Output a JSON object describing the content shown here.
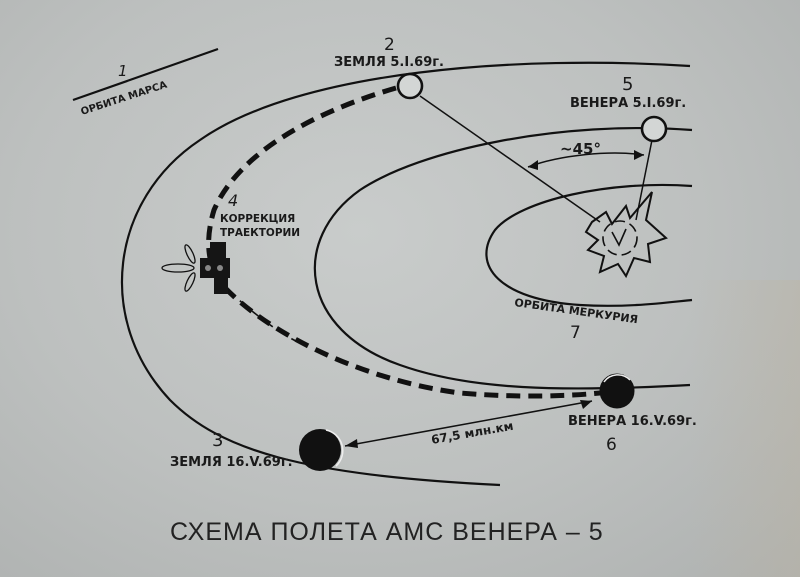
{
  "diagram": {
    "title": "СХЕМА ПОЛЕТА АМС ВЕНЕРА-5",
    "title_display": "СХЕМА  ПОЛЕТА  АМС  ВЕНЕРА – 5",
    "labels": {
      "mars_orbit": {
        "number": "1",
        "text": "ОРБИТА МАРСА"
      },
      "earth_launch": {
        "number": "2",
        "text": "ЗЕМЛЯ 5.I.69г."
      },
      "earth_arrival": {
        "number": "3",
        "text": "ЗЕМЛЯ 16.V.69г."
      },
      "correction": {
        "number": "4",
        "text_line1": "КОРРЕКЦИЯ",
        "text_line2": "ТРАЕКТОРИИ"
      },
      "venus_launch": {
        "number": "5",
        "text": "ВЕНЕРА 5.I.69г."
      },
      "venus_arrival": {
        "number": "6",
        "text": "ВЕНЕРА 16.V.69г."
      },
      "mercury_orbit": {
        "number": "7",
        "text": "ОРБИТА МЕРКУРИЯ"
      },
      "angle": "~45°",
      "distance": "67,5 млн.км"
    },
    "colors": {
      "background": "#bfc2c1",
      "ink": "#111111"
    }
  }
}
